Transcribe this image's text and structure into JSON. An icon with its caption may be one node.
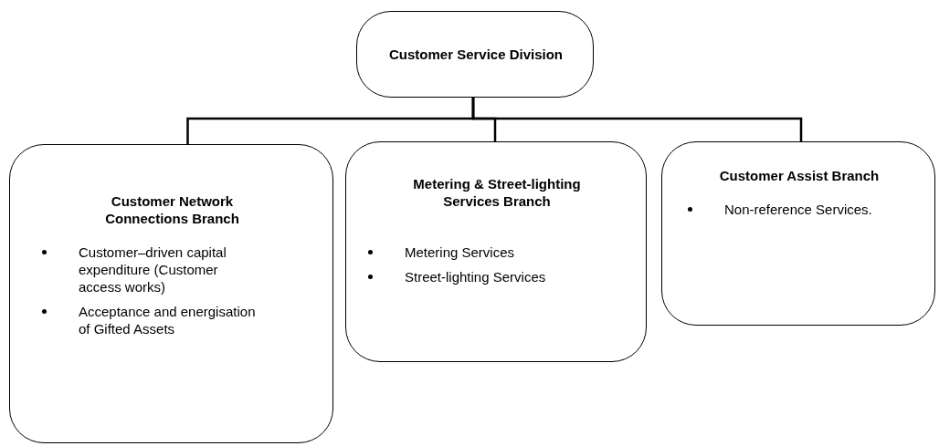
{
  "diagram": {
    "nodes": [
      {
        "text": [
          "Customer Service Division"
        ]
      },
      {
        "text": [
          "Customer Network Connections Branch",
          "Customer–driven capital expenditure (Customer access works)",
          "Acceptance and energisation of Gifted Assets"
        ]
      },
      {
        "text": [
          "Metering & Street-lighting Services Branch",
          "Metering Services",
          "Street-lighting Services"
        ]
      },
      {
        "text": [
          "Customer Assist Branch",
          "Non-reference Services."
        ]
      }
    ],
    "edges": [
      {
        "from": 0,
        "to": 1,
        "arrow": "none"
      },
      {
        "from": 0,
        "to": 2,
        "arrow": "none"
      },
      {
        "from": 0,
        "to": 3,
        "arrow": "none"
      }
    ]
  }
}
